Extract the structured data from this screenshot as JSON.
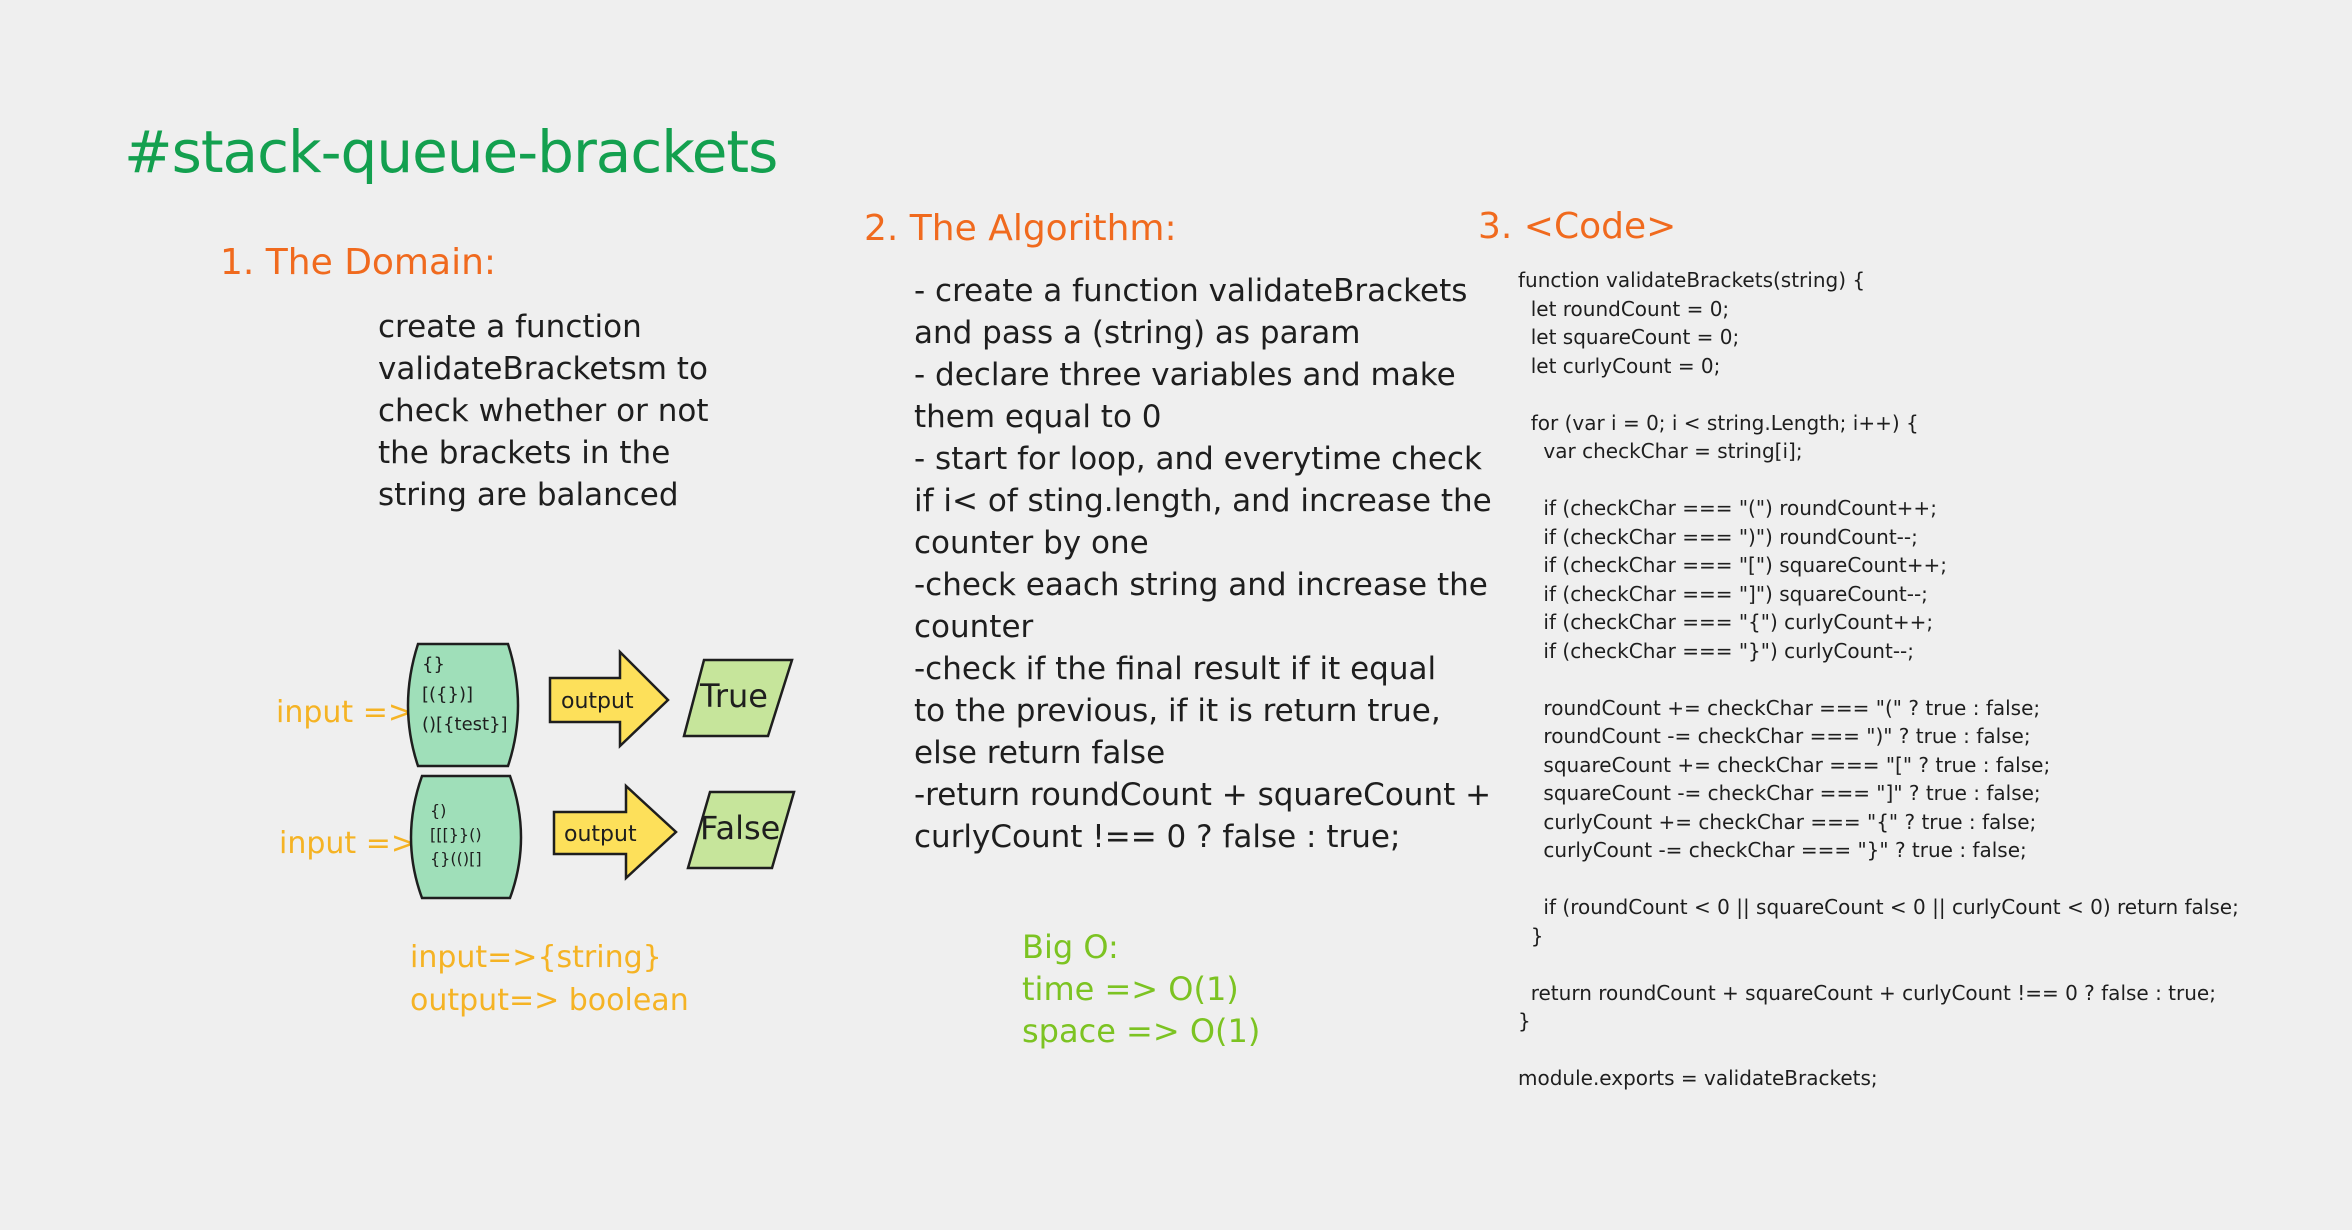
{
  "title": "#stack-queue-brackets",
  "domain": {
    "heading": "1. The Domain:",
    "lines": [
      "create a function",
      "validateBracketsm to",
      "check  whether or not",
      "the brackets in the",
      "string are balanced"
    ],
    "diagram": {
      "row1": {
        "input_label": "input =>",
        "inputs": [
          "{}",
          "[({})]",
          "()[{test}]"
        ],
        "arrow_label": "output",
        "result": "True"
      },
      "row2": {
        "input_label": "input =>",
        "inputs": [
          "{)",
          "[[[}}()",
          "{}(()[]"
        ],
        "arrow_label": "output",
        "result": "False"
      }
    },
    "io_note": [
      "input=>{string}",
      "output=> boolean"
    ]
  },
  "algorithm": {
    "heading": "2. The Algorithm:",
    "lines": [
      "- create a function validateBrackets",
      "and pass a (string) as param",
      "- declare three variables and make",
      "them equal to 0",
      "- start for loop, and everytime check",
      "if i< of sting.length, and increase the",
      "counter by one",
      "-check eaach string and increase the",
      "counter",
      "-check if the final result if it equal",
      "to the previous, if it is return true,",
      "else return false",
      "-return roundCount + squareCount +",
      "curlyCount !== 0 ? false : true;"
    ],
    "big_o": [
      "Big O:",
      "time => O(1)",
      "space => O(1)"
    ]
  },
  "code": {
    "heading": "3. <Code>",
    "lines": [
      "function validateBrackets(string) {",
      "  let roundCount = 0;",
      "  let squareCount = 0;",
      "  let curlyCount = 0;",
      "",
      "  for (var i = 0; i < string.Length; i++) {",
      "    var checkChar = string[i];",
      "",
      "    if (checkChar === \"(\") roundCount++;",
      "    if (checkChar === \")\") roundCount--;",
      "    if (checkChar === \"[\") squareCount++;",
      "    if (checkChar === \"]\") squareCount--;",
      "    if (checkChar === \"{\") curlyCount++;",
      "    if (checkChar === \"}\") curlyCount--;",
      "",
      "    roundCount += checkChar === \"(\" ? true : false;",
      "    roundCount -= checkChar === \")\" ? true : false;",
      "    squareCount += checkChar === \"[\" ? true : false;",
      "    squareCount -= checkChar === \"]\" ? true : false;",
      "    curlyCount += checkChar === \"{\" ? true : false;",
      "    curlyCount -= checkChar === \"}\" ? true : false;",
      "",
      "    if (roundCount < 0 || squareCount < 0 || curlyCount < 0) return false;",
      "  }",
      "",
      "  return roundCount + squareCount + curlyCount !== 0 ? false : true;",
      "}",
      "",
      "module.exports = validateBrackets;"
    ]
  },
  "colors": {
    "background": "#efefef",
    "title_green": "#13a04f",
    "heading_orange": "#f06a1e",
    "label_yellow": "#f5b324",
    "bigo_green": "#7cc322",
    "box_green": "#9fdfb9",
    "arrow_yellow": "#fde05a",
    "result_green": "#c6e59b"
  }
}
